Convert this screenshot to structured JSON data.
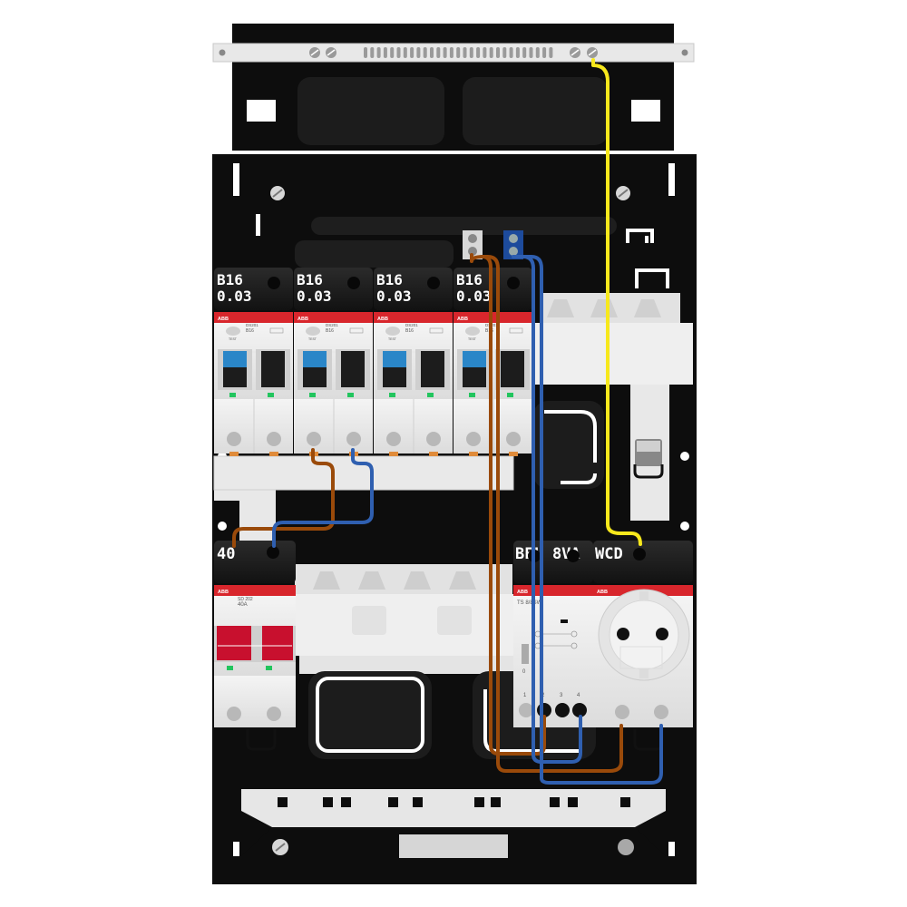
{
  "rcbo_labels": [
    {
      "line1": "B16",
      "line2": "0.03"
    },
    {
      "line1": "B16",
      "line2": "0.03"
    },
    {
      "line1": "B16",
      "line2": "0.03"
    },
    {
      "line1": "B16",
      "line2": "0.03"
    }
  ],
  "rcbo_brand": "ABB",
  "rcbo_face": {
    "model": "DS201",
    "rating": "B16",
    "test": "TEST"
  },
  "main_switch": {
    "label": "40",
    "brand": "ABB",
    "model": "SD 202",
    "rating": "40A"
  },
  "bell_transformer": {
    "label": "BEL 8VA",
    "brand": "ABB",
    "model": "TS 8/8SW",
    "terminals": [
      "1",
      "2",
      "3",
      "4"
    ],
    "off_mark": "0"
  },
  "socket": {
    "label": "WCD",
    "brand": "ABB"
  },
  "colors": {
    "enclosure": "#0d0d0d",
    "din_rail": "#e6e6e6",
    "abb_red": "#d8262c",
    "rcbo_blue": "#2a86c8",
    "switch_red": "#c8102e",
    "wire_brown": "#9a4a0a",
    "wire_blue": "#2f5fb0",
    "wire_yellow": "#f7e81c",
    "led_green": "#22c55e",
    "terminal_orange": "#e08b3a"
  }
}
